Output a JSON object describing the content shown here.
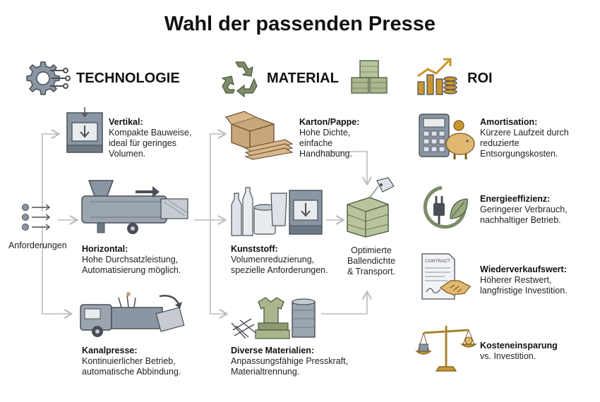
{
  "title": "Wahl der passenden Presse",
  "sections": {
    "technology": "TECHNOLOGIE",
    "material": "MATERIAL",
    "roi": "ROI"
  },
  "input_label": "Anforderungen",
  "technology": [
    {
      "name": "Vertikal:",
      "desc": [
        "Kompakte Bauweise,",
        "ideal für geringes",
        "Volumen."
      ]
    },
    {
      "name": "Horizontal:",
      "desc": [
        "Hohe Durchsatzleistung,",
        "Automatisierung möglich."
      ]
    },
    {
      "name": "Kanalpresse:",
      "desc": [
        "Kontinuierlicher Betrieb,",
        "automatische Abbindung."
      ]
    }
  ],
  "material": [
    {
      "name": "Karton/Pappe:",
      "desc": [
        "Hohe Dichte,",
        "einfache",
        "Handhabung."
      ]
    },
    {
      "name": "Kunststoff:",
      "desc": [
        "Volumenreduzierung,",
        "spezielle Anforderungen."
      ]
    },
    {
      "name": "Diverse Materialien:",
      "desc": [
        "Anpassungsfähige Presskraft,",
        "Materialtrennung."
      ]
    }
  ],
  "result": [
    "Optimierte",
    "Ballendichte",
    "& Transport."
  ],
  "roi": [
    {
      "name": "Amortisation:",
      "desc": [
        "Kürzere Laufzeit durch",
        "reduzierte",
        "Entsorgungskosten."
      ]
    },
    {
      "name": "Energieeffizienz:",
      "desc": [
        "Geringerer Verbrauch,",
        "nachhaltiger Betrieb."
      ]
    },
    {
      "name": "Wiederverkaufswert:",
      "desc": [
        "Höherer Restwert,",
        "langfristige Investition."
      ]
    },
    {
      "name": "Kosteneinsparung",
      "desc": [
        "vs. Investition."
      ]
    }
  ],
  "contract_text": "CONTRACT",
  "colors": {
    "icon_stroke": "#4a4f57",
    "icon_gray": "#8a96a3",
    "cardboard": "#c9a57a",
    "recycle_green": "#7d8c6a",
    "gold": "#c9962e",
    "connector": "#b8bcc2"
  }
}
